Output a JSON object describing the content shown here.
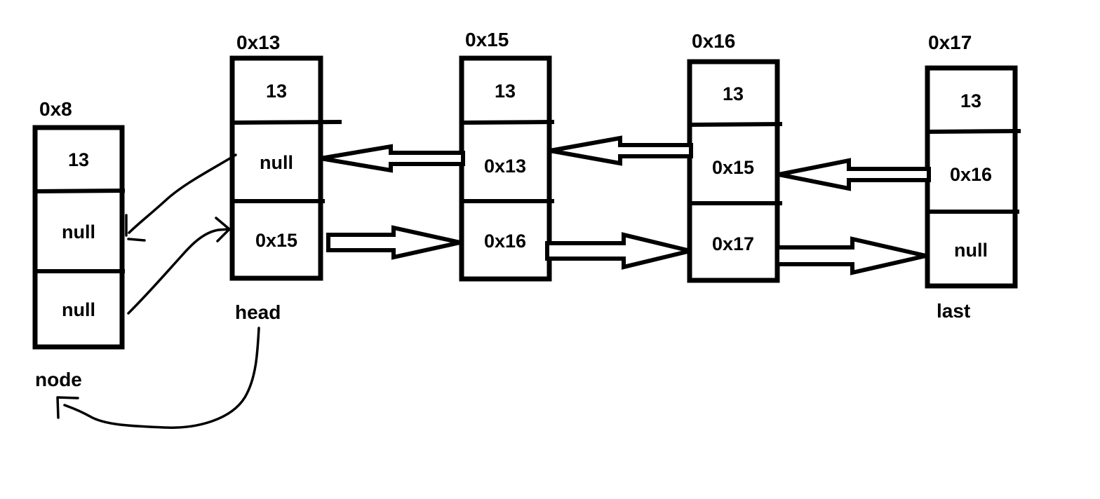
{
  "diagram": {
    "type": "doubly-linked-list",
    "background_color": "#ffffff",
    "ink_color": "#000000",
    "nodes": [
      {
        "address": "0x8",
        "pointer_label": "node",
        "cells": [
          "13",
          "null",
          "null"
        ]
      },
      {
        "address": "0x13",
        "pointer_label": "head",
        "cells": [
          "13",
          "null",
          "0x15"
        ]
      },
      {
        "address": "0x15",
        "pointer_label": "",
        "cells": [
          "13",
          "0x13",
          "0x16"
        ]
      },
      {
        "address": "0x16",
        "pointer_label": "",
        "cells": [
          "13",
          "0x15",
          "0x17"
        ]
      },
      {
        "address": "0x17",
        "pointer_label": "last",
        "cells": [
          "13",
          "0x16",
          "null"
        ]
      }
    ],
    "arrows": {
      "next_pointers": [
        {
          "from": "0x13",
          "to": "0x15"
        },
        {
          "from": "0x15",
          "to": "0x16"
        },
        {
          "from": "0x16",
          "to": "0x17"
        }
      ],
      "prev_pointers": [
        {
          "from": "0x15",
          "to": "0x13"
        },
        {
          "from": "0x16",
          "to": "0x15"
        },
        {
          "from": "0x17",
          "to": "0x16"
        }
      ],
      "freehand_annotations": [
        {
          "from": "0x13 prev cell",
          "to": "0x8 node prev cell"
        },
        {
          "from": "0x8 node",
          "to": "0x13 next cell"
        },
        {
          "from": "head label",
          "to": "node label"
        }
      ]
    }
  }
}
